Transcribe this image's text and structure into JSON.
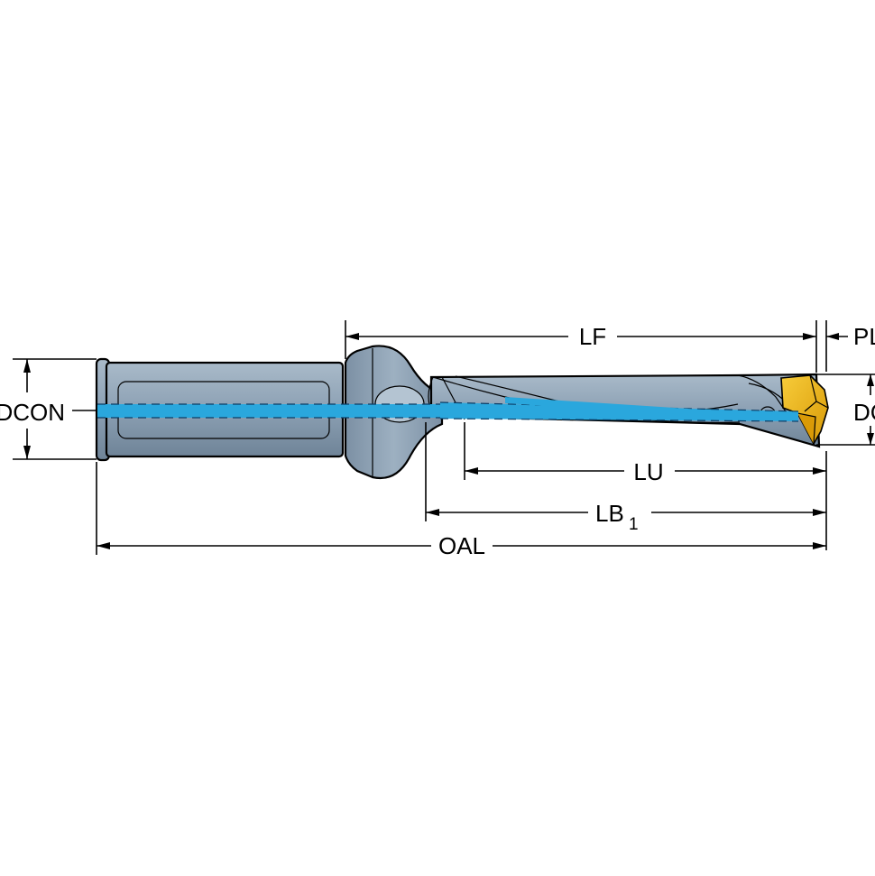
{
  "diagram": {
    "labels": {
      "lf": "LF",
      "pl": "PL",
      "dcon": "DCON",
      "dc": "DC",
      "lu": "LU",
      "lb1_main": "LB",
      "lb1_sub": "1",
      "oal": "OAL"
    },
    "colors": {
      "body": "#8fa3b6",
      "body_dark": "#6d8296",
      "body_light": "#b4c4d2",
      "coolant": "#2aa7dd",
      "insert": "#f2b81c",
      "insert_dark": "#c98a00",
      "line": "#000000"
    }
  }
}
